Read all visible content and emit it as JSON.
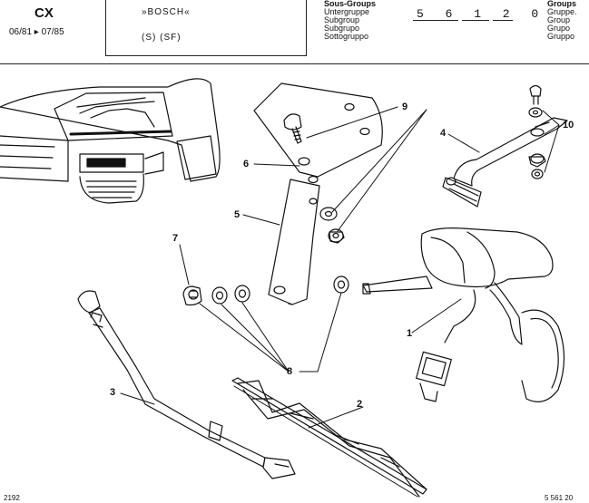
{
  "header": {
    "model": "CX",
    "dates": "06/81 ▸ 07/85",
    "equipment": "»BOSCH«",
    "options": "(S) (SF)",
    "subgroup_labels": [
      "Sous-Groups",
      "Untergruppe",
      "Subgroup",
      "Subgrupo",
      "Sottogruppo"
    ],
    "subgroup_code": "5 6 1 2 0",
    "group_labels": [
      "Groups",
      "Gruppe.",
      "Group",
      "Grupo",
      "Gruppo"
    ]
  },
  "callouts": {
    "c1": "1",
    "c2": "2",
    "c3": "3",
    "c4": "4",
    "c5": "5",
    "c6": "6",
    "c7": "7",
    "c8": "8",
    "c9": "9",
    "c10": "10"
  },
  "footer": {
    "page_ref": "2192",
    "plate_ref": "5 561 20"
  }
}
